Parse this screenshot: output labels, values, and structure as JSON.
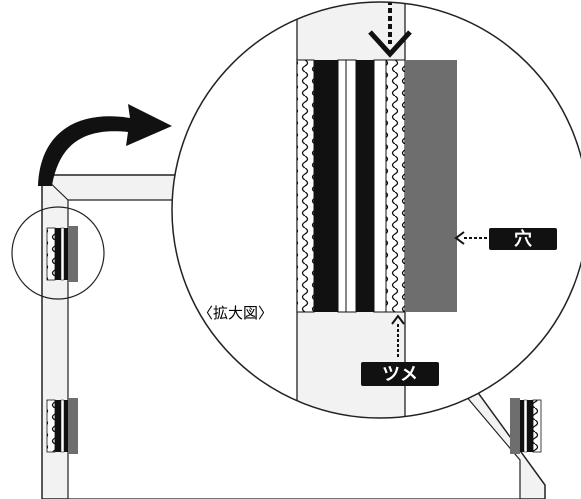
{
  "labels": {
    "enlarged_view": "〈拡大図〉",
    "hole": "穴",
    "tab": "ツメ"
  },
  "colors": {
    "frame_fill": "#f2f2f2",
    "frame_stroke": "#222222",
    "hole_gray": "#6e6e6e",
    "black": "#111111",
    "label_bg": "#111111"
  }
}
